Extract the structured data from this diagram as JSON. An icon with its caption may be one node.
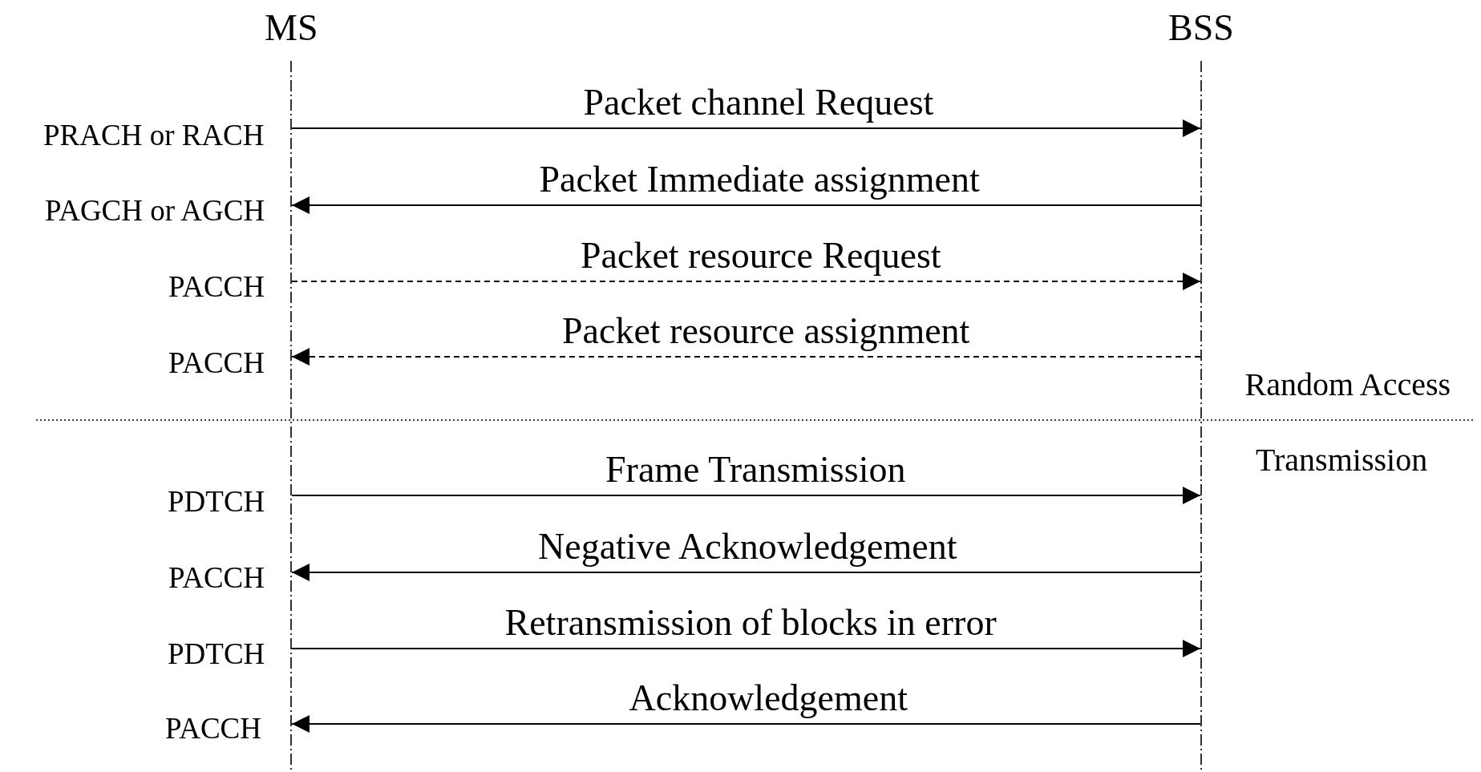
{
  "diagram": {
    "nodes": [
      {
        "text": [
          "MS"
        ]
      },
      {
        "text": [
          "BSS"
        ]
      }
    ],
    "edges": [
      {
        "from": 0,
        "to": 1,
        "arrow": "to",
        "label": "Packet channel Request"
      },
      {
        "from": 1,
        "to": 0,
        "arrow": "to",
        "label": "Packet Immediate assignment"
      },
      {
        "from": 0,
        "to": 1,
        "arrow": "to",
        "label": "Packet resource Request",
        "style": "dashed"
      },
      {
        "from": 1,
        "to": 0,
        "arrow": "to",
        "label": "Packet resource assignment",
        "style": "dashed"
      },
      {
        "from": 0,
        "to": 1,
        "arrow": "to",
        "label": "Frame Transmission"
      },
      {
        "from": 1,
        "to": 0,
        "arrow": "to",
        "label": "Negative Acknowledgement"
      },
      {
        "from": 0,
        "to": 1,
        "arrow": "to",
        "label": "Retransmission of blocks in error"
      },
      {
        "from": 1,
        "to": 0,
        "arrow": "to",
        "label": "Acknowledgement"
      }
    ],
    "labels": [
      "PRACH or RACH",
      "PAGCH or AGCH",
      "PACCH",
      "PACCH",
      "Random Access",
      "Transmission",
      "PDTCH",
      "PACCH",
      "PDTCH",
      "PACCH"
    ]
  }
}
